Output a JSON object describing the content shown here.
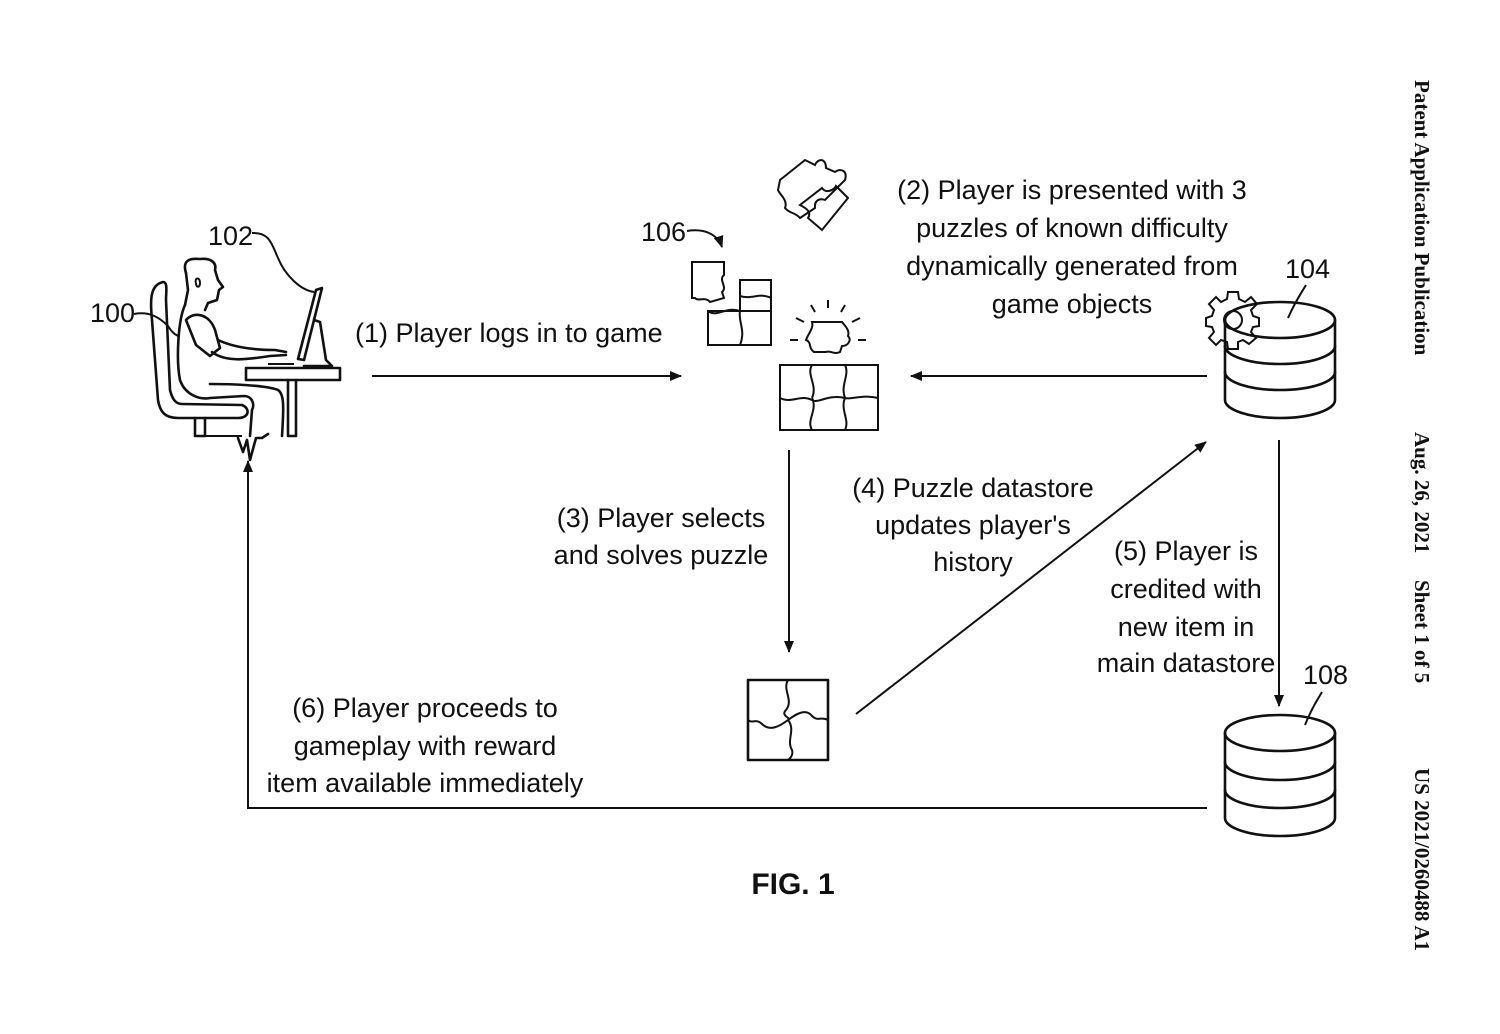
{
  "header": {
    "publication_type": "Patent Application Publication",
    "date": "Aug. 26, 2021",
    "sheet": "Sheet 1 of 5",
    "publication_number": "US 2021/0260488 A1"
  },
  "figure": {
    "caption": "FIG. 1"
  },
  "reference_numerals": {
    "player": "100",
    "computer": "102",
    "puzzle_datastore": "104",
    "puzzles": "106",
    "main_datastore": "108"
  },
  "steps": [
    {
      "id": 1,
      "lines": [
        "(1) Player logs in to game"
      ]
    },
    {
      "id": 2,
      "lines": [
        "(2) Player is presented with 3",
        "puzzles of known difficulty",
        "dynamically generated from",
        "game objects"
      ]
    },
    {
      "id": 3,
      "lines": [
        "(3) Player selects",
        "and solves puzzle"
      ]
    },
    {
      "id": 4,
      "lines": [
        "(4) Puzzle datastore",
        "updates player's",
        "history"
      ]
    },
    {
      "id": 5,
      "lines": [
        "(5) Player is",
        "credited with",
        "new item in",
        "main datastore"
      ]
    },
    {
      "id": 6,
      "lines": [
        "(6) Player proceeds to",
        "gameplay with reward",
        "item available immediately"
      ]
    }
  ],
  "icons": {
    "player": "person-at-computer-icon",
    "puzzles": "puzzle-pieces-icon",
    "solved_puzzle": "solved-puzzle-icon",
    "puzzle_datastore": "database-with-gear-icon",
    "main_datastore": "database-icon"
  }
}
